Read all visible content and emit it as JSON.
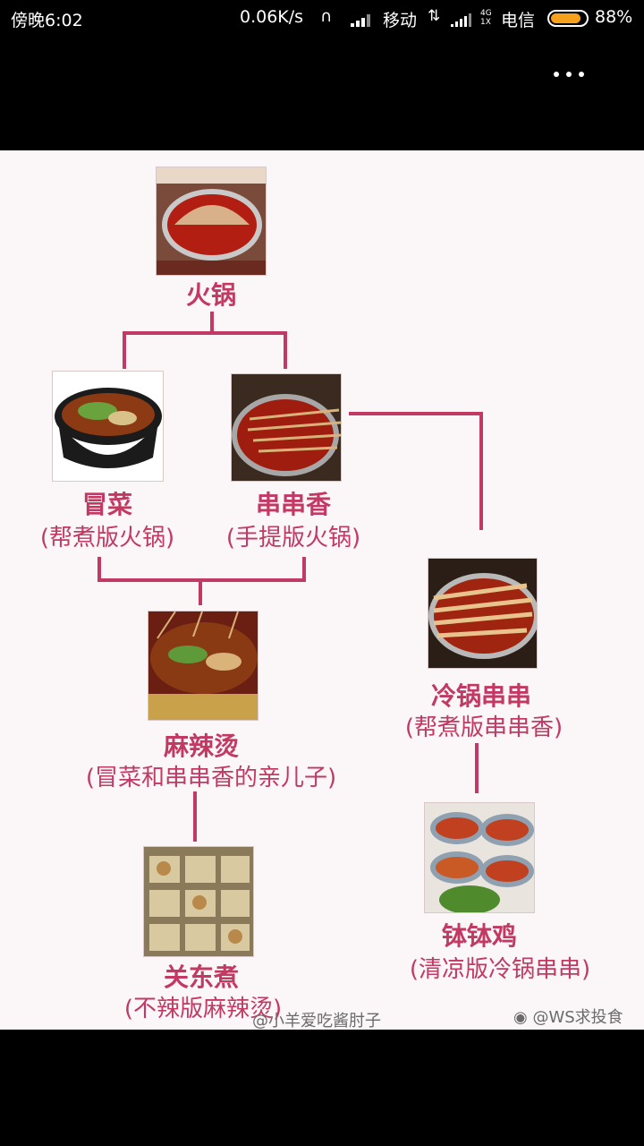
{
  "status_bar": {
    "time": "傍晚6:02",
    "net_speed": "0.06K/s",
    "carrier_1": "移动",
    "network_type_top": "4G",
    "network_type_bottom": "1X",
    "carrier_2": "电信",
    "battery_percent": "88%",
    "battery_level": 0.88,
    "battery_color": "#f5a11b"
  },
  "app_bar": {
    "more_icon": "more-horizontal-icon"
  },
  "diagram": {
    "line_color": "#c23a63",
    "nodes": {
      "huoguo": {
        "name": "火锅"
      },
      "maocai": {
        "name": "冒菜",
        "subtitle": "(帮煮版火锅)"
      },
      "chuanchuanxiang": {
        "name": "串串香",
        "subtitle": "(手提版火锅)"
      },
      "malatang": {
        "name": "麻辣烫",
        "subtitle": "(冒菜和串串香的亲儿子)"
      },
      "lengguochuanchuan": {
        "name": "冷锅串串",
        "subtitle": "(帮煮版串串香)"
      },
      "guandongzhu": {
        "name": "关东煮",
        "subtitle": "(不辣版麻辣烫)"
      },
      "bobo_ji": {
        "name": "钵钵鸡",
        "subtitle": "(清凉版冷锅串串)"
      }
    }
  },
  "watermarks": {
    "left": "@小羊爱吃酱肘子",
    "right": "@WS求投食"
  }
}
